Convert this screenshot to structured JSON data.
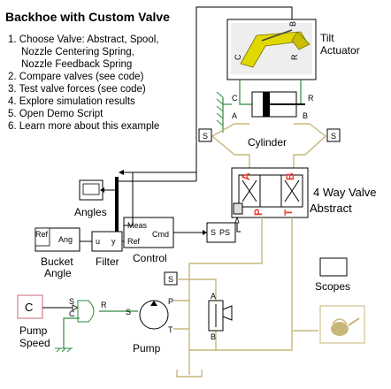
{
  "title": "Backhoe with Custom Valve",
  "steps": [
    "1. Choose Valve: Abstract, Spool,",
    "Nozzle Centering Spring,",
    "Nozzle Feedback Spring",
    "2. Compare valves (see code)",
    "3. Test valve forces (see code)",
    "4. Explore simulation results",
    "5. Open Demo Script",
    "6. Learn more about this example"
  ],
  "blocks": {
    "tilt_actuator": {
      "label_line1": "Tilt",
      "label_line2": "Actuator",
      "port_c": "C",
      "port_r": "R",
      "port_b": "B"
    },
    "cylinder": {
      "label": "Cylinder",
      "port_c": "C",
      "port_r": "R",
      "port_a": "A",
      "port_b": "B"
    },
    "sps_left": "S",
    "sps_right": "S",
    "valve": {
      "label": "4 Way Valve",
      "sublabel": "Abstract",
      "port_a": "A",
      "port_b": "B",
      "port_p": "P",
      "port_t": "T"
    },
    "angles": "Angles",
    "control": {
      "label": "Control",
      "in1": "Meas",
      "in2": "Ref",
      "out": "Cmd"
    },
    "s_ps": {
      "s": "S",
      "ps": "PS"
    },
    "ref": "Ref",
    "bucket_angle": {
      "label_line1": "Bucket",
      "label_line2": "Angle",
      "port": "Ang"
    },
    "filter": {
      "label": "Filter",
      "u": "u",
      "y": "y"
    },
    "s_small": "S",
    "scopes": "Scopes",
    "pump_speed": {
      "label_line1": "Pump",
      "label_line2": "Speed",
      "glyph": "C"
    },
    "pump_source": {
      "s": "S",
      "c": "C",
      "r": "R"
    },
    "pump": {
      "label": "Pump",
      "s": "S",
      "p": "P",
      "t": "T"
    },
    "relief": {
      "a": "A",
      "b": "B"
    }
  }
}
